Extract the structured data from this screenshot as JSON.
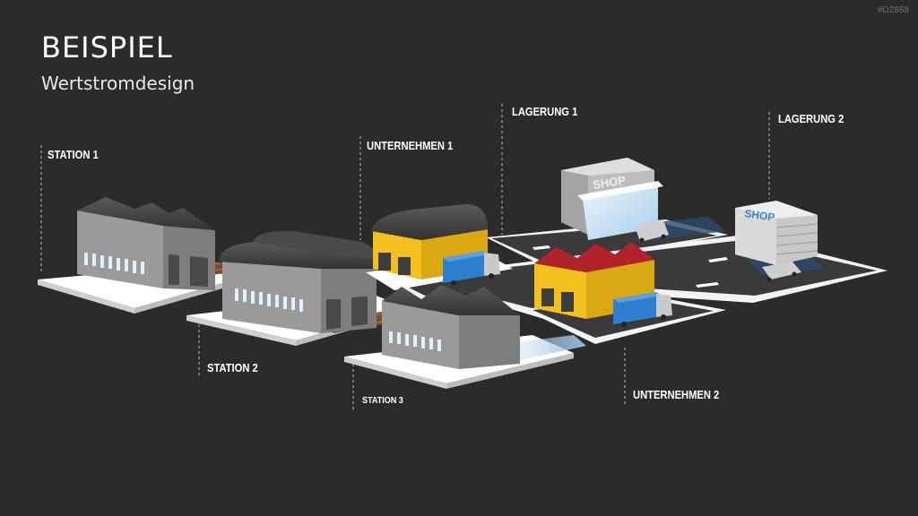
{
  "slide": {
    "title": "BEISPIEL",
    "subtitle": "Wertstromdesign",
    "code": "#D2868"
  },
  "labels": {
    "station1": "STATION 1",
    "station2": "STATION 2",
    "station3": "STATION 3",
    "unternehmen1": "UNTERNEHMEN 1",
    "unternehmen2": "UNTERNEHMEN 2",
    "lagerung1": "LAGERUNG 1",
    "lagerung2": "LAGERUNG 2"
  },
  "signs": {
    "shop1": "SHOP",
    "shop2": "SHOP"
  },
  "colors": {
    "background": "#2b2b2b",
    "factory_wall": "#9a9a9a",
    "roof_dark": "#444444",
    "yellow": "#f4c01e",
    "red_roof": "#b0232d",
    "truck_blue": "#2f7fd0",
    "road": "#3a3a3a",
    "glass": "#cfe6f6"
  }
}
